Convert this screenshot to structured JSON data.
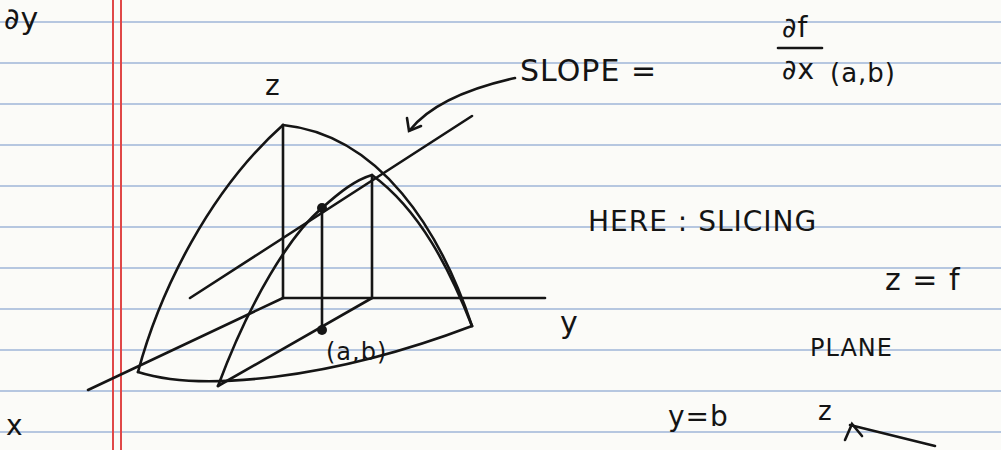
{
  "diagram": {
    "labels": [
      "∂y",
      "SLOPE =",
      "∂f",
      "∂x",
      "(a,b)",
      "z",
      "HERE : SLICING",
      "z = f",
      "y",
      "(a,b)",
      "PLANE",
      "x",
      "y=b",
      "z"
    ]
  }
}
